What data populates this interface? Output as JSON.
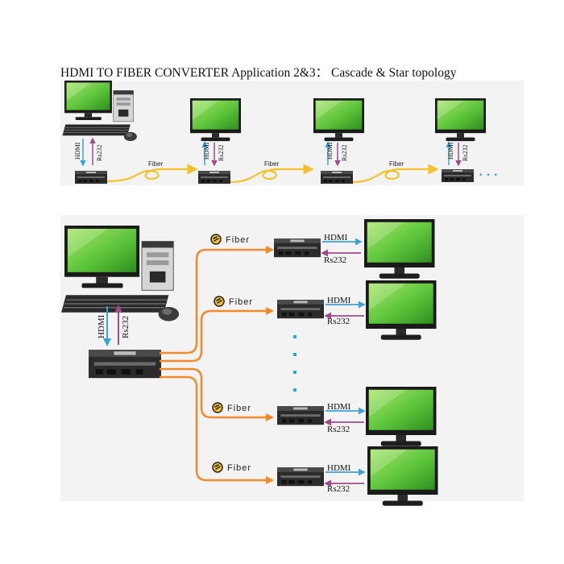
{
  "title": "HDMI TO FIBER CONVERTER Application 2&3： Cascade & Star topology",
  "labels": {
    "hdmi": "HDMI",
    "rs232": "Rs232",
    "fiber": "Fiber",
    "ellipsis": "· · ·"
  },
  "colors": {
    "panel_background": "#f3f3f3",
    "fiber_yellow": "#f5c22b",
    "fiber_orange": "#f08a2c",
    "hdmi_arrow": "#3ba3d8",
    "rs232_arrow": "#a04a8c",
    "screen_green": "#5cc43a",
    "device_body": "#2b2b2b",
    "dots_blue": "#2aa6e0"
  },
  "topologies": [
    {
      "name": "cascade",
      "receivers": 3
    },
    {
      "name": "star",
      "receivers": 4
    }
  ]
}
